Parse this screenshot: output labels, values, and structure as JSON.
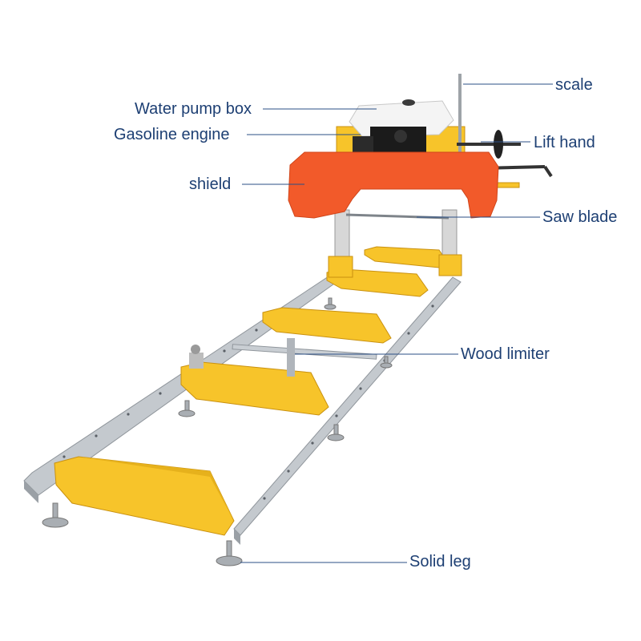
{
  "diagram": {
    "colors": {
      "label_text": "#1d3f73",
      "leader_line": "#2b4f86",
      "shield": "#f25a2a",
      "frame_yellow": "#f7c42a",
      "frame_yellow_dark": "#d9a214",
      "rail_steel": "#b9bec3",
      "engine_black": "#1b1b1b",
      "tank_white": "#f4f4f4"
    },
    "labels": {
      "scale": "scale",
      "water_pump_box": "Water pump box",
      "gasoline_engine": "Gasoline engine",
      "lift_hand": "Lift hand",
      "shield": "shield",
      "saw_blade": "Saw blade",
      "wood_limiter": "Wood limiter",
      "solid_leg": "Solid leg"
    }
  }
}
